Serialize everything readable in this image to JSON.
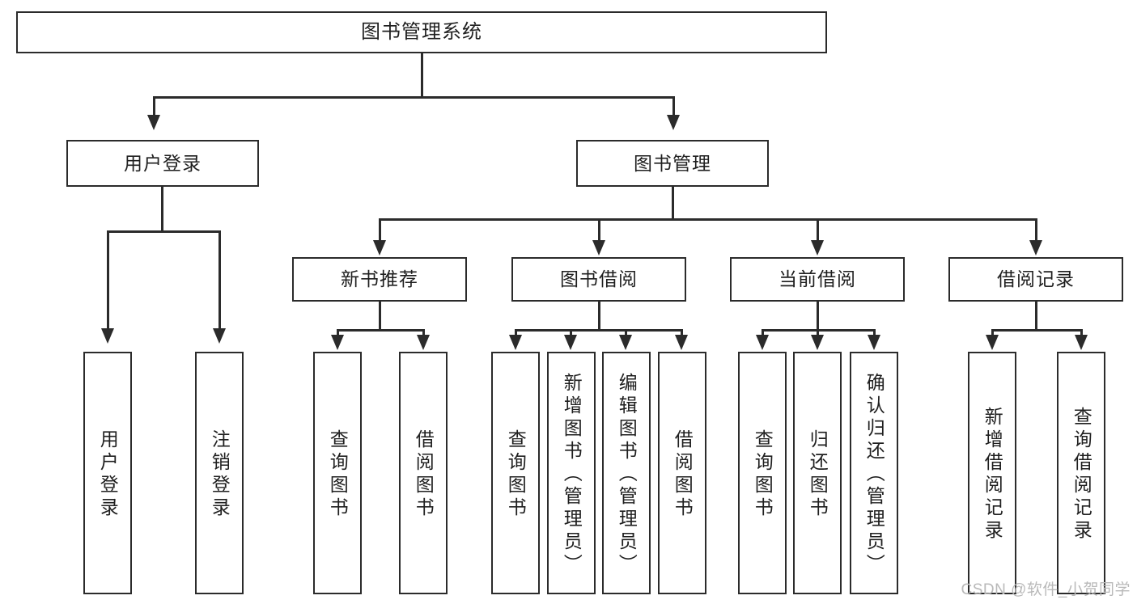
{
  "diagram": {
    "type": "tree-hierarchy",
    "title": "图书管理系统",
    "watermark": "CSDN @软件_小贺同学",
    "colors": {
      "stroke": "#2b2b2b",
      "fill": "#ffffff",
      "text": "#1f1f1f",
      "watermark": "#b9b9b9"
    },
    "levels": {
      "level1": [
        {
          "id": "root",
          "label": "图书管理系统"
        }
      ],
      "level2": [
        {
          "id": "user-login",
          "label": "用户登录",
          "parent": "root"
        },
        {
          "id": "book-mgmt",
          "label": "图书管理",
          "parent": "root"
        }
      ],
      "level3": [
        {
          "id": "new-book-rec",
          "label": "新书推荐",
          "parent": "book-mgmt"
        },
        {
          "id": "book-borrow",
          "label": "图书借阅",
          "parent": "book-mgmt"
        },
        {
          "id": "current-borrow",
          "label": "当前借阅",
          "parent": "book-mgmt"
        },
        {
          "id": "borrow-record",
          "label": "借阅记录",
          "parent": "book-mgmt"
        }
      ],
      "leaves": [
        {
          "id": "leaf-user-login",
          "label": "用户登录",
          "parent": "user-login"
        },
        {
          "id": "leaf-user-logout",
          "label": "注销登录",
          "parent": "user-login"
        },
        {
          "id": "leaf-query-book-1",
          "label": "查询图书",
          "parent": "new-book-rec"
        },
        {
          "id": "leaf-borrow-book-1",
          "label": "借阅图书",
          "parent": "new-book-rec"
        },
        {
          "id": "leaf-query-book-2",
          "label": "查询图书",
          "parent": "book-borrow"
        },
        {
          "id": "leaf-add-book",
          "label": "新增图书（管理员）",
          "parent": "book-borrow"
        },
        {
          "id": "leaf-edit-book",
          "label": "编辑图书（管理员）",
          "parent": "book-borrow"
        },
        {
          "id": "leaf-borrow-book-2",
          "label": "借阅图书",
          "parent": "book-borrow"
        },
        {
          "id": "leaf-query-book-3",
          "label": "查询图书",
          "parent": "current-borrow"
        },
        {
          "id": "leaf-return-book",
          "label": "归还图书",
          "parent": "current-borrow"
        },
        {
          "id": "leaf-confirm-return",
          "label": "确认归还（管理员）",
          "parent": "current-borrow"
        },
        {
          "id": "leaf-add-record",
          "label": "新增借阅记录",
          "parent": "borrow-record"
        },
        {
          "id": "leaf-query-record",
          "label": "查询借阅记录",
          "parent": "borrow-record"
        }
      ]
    }
  }
}
